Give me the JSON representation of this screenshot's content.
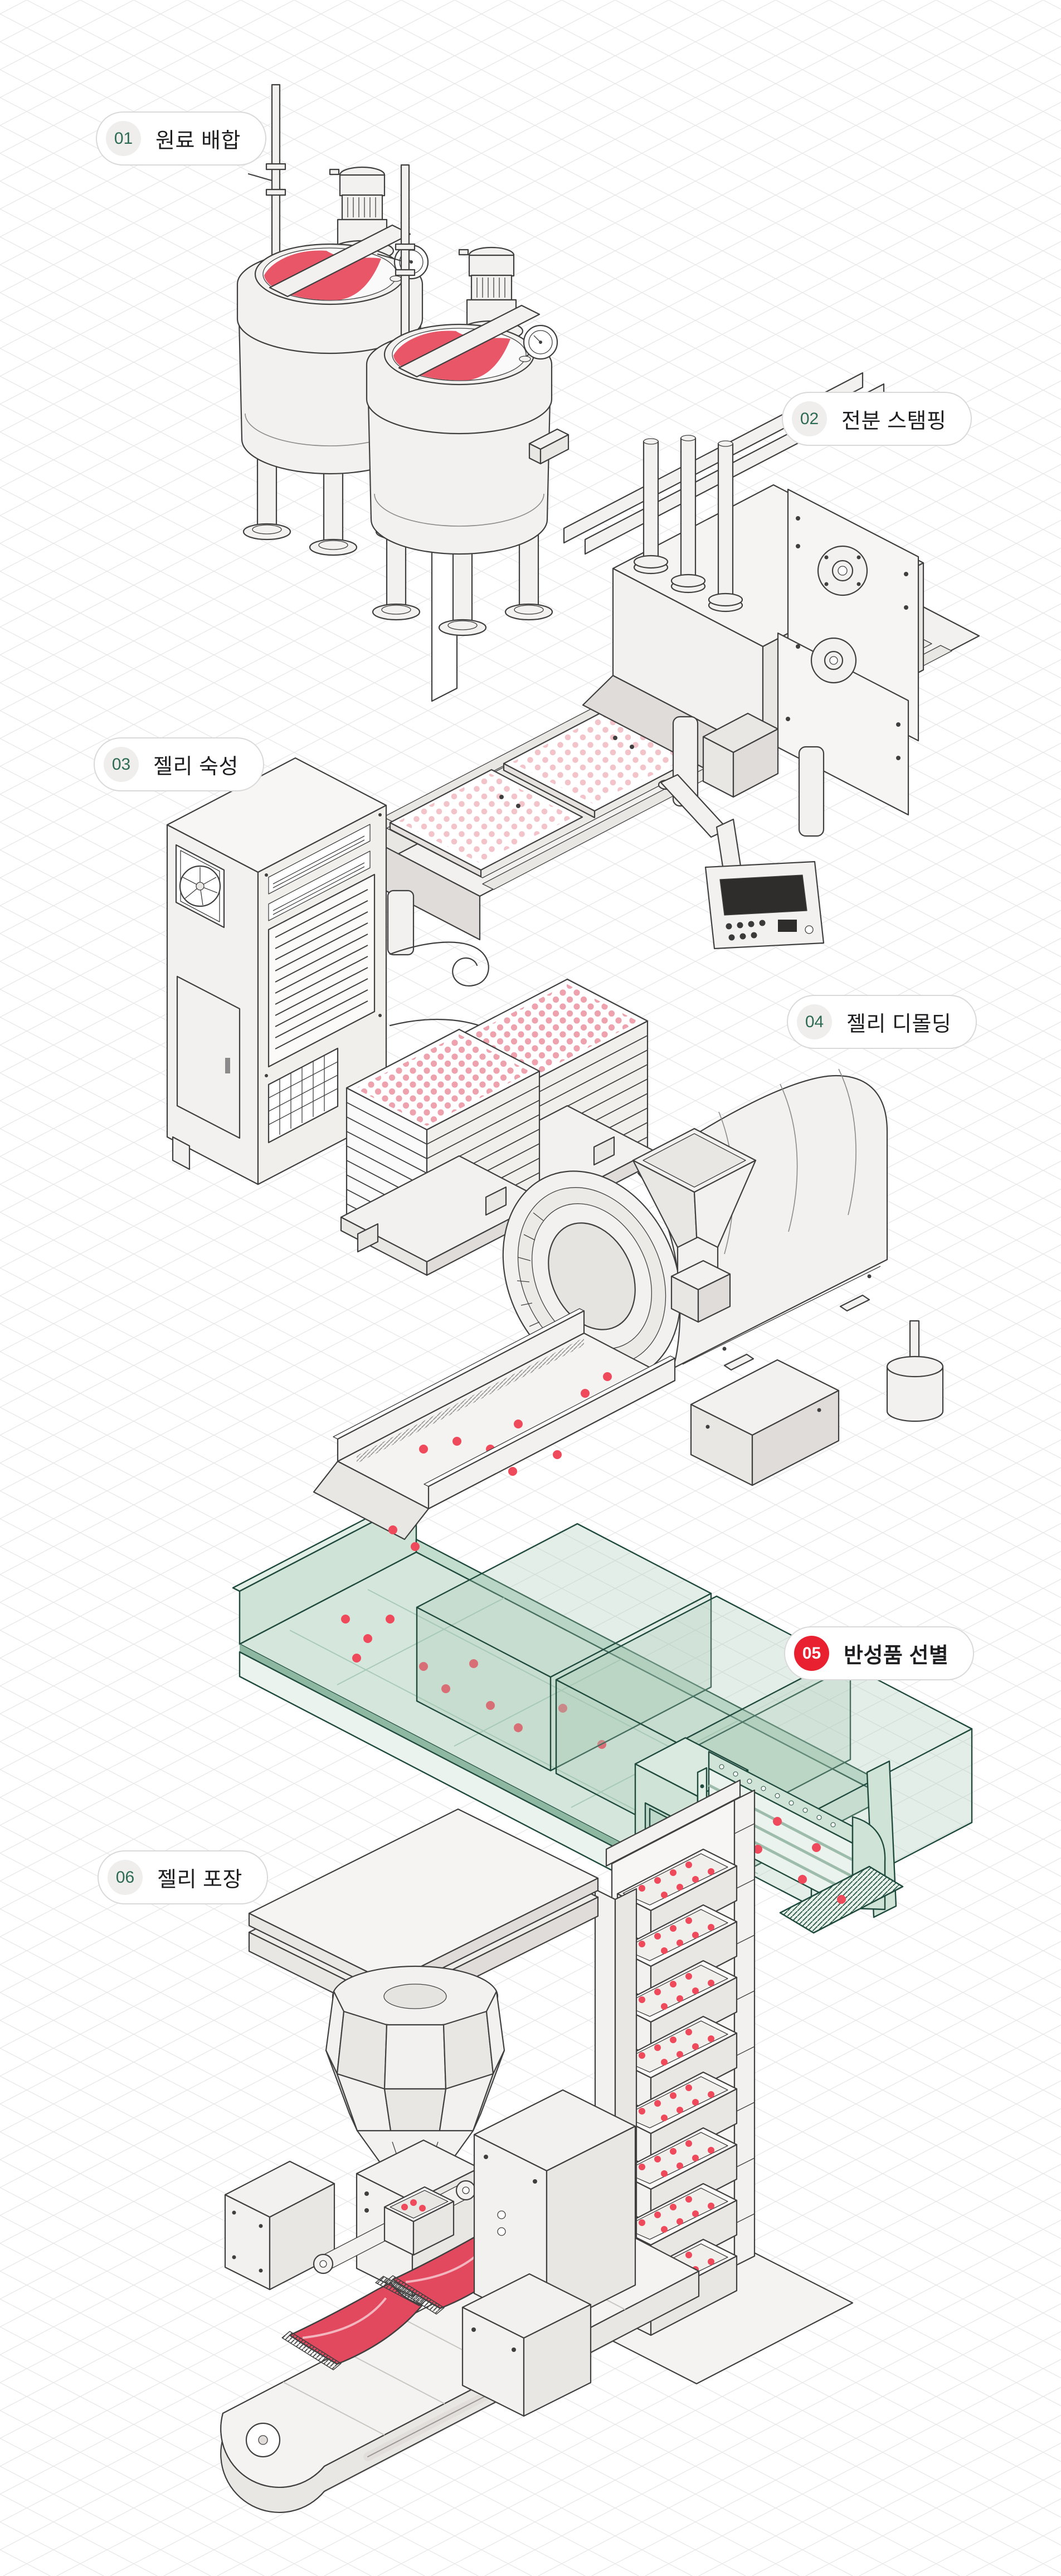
{
  "steps": [
    {
      "num": "01",
      "label": "원료 배합",
      "highlighted": false
    },
    {
      "num": "02",
      "label": "전분 스탬핑",
      "highlighted": false
    },
    {
      "num": "03",
      "label": "젤리 숙성",
      "highlighted": false
    },
    {
      "num": "04",
      "label": "젤리 디몰딩",
      "highlighted": false
    },
    {
      "num": "05",
      "label": "반성품 선별",
      "highlighted": true
    },
    {
      "num": "06",
      "label": "젤리 포장",
      "highlighted": false
    }
  ],
  "colors": {
    "background": "#ffffff",
    "grid_line": "#e9e9e9",
    "machine_line": "#3f3f3f",
    "machine_fill": "#f2f1ef",
    "accent_red": "#e8202f",
    "jelly_red": "#ef4a5c",
    "liquid_red": "#e85668",
    "pouch_red": "#e2485e",
    "mint_fill": "#d5e7dc",
    "mint_line": "#1f4a3d",
    "badge_number_green": "#2d6b52"
  },
  "icons": {
    "step1": "mixing-tanks-icon",
    "step2": "starch-stamping-press-icon",
    "step3": "aging-room-icon",
    "step4": "demolding-drum-icon",
    "step5": "sorting-conveyor-icon",
    "step6": "packaging-line-icon"
  }
}
